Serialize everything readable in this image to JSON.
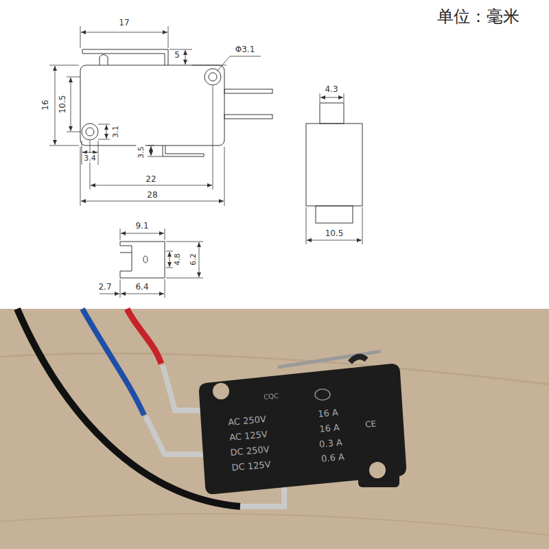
{
  "diagram": {
    "labels": [
      "单位：毫米",
      "17",
      "5",
      "Φ3.1",
      "16",
      "10.5",
      "3.1",
      "3.4",
      "3.5",
      "22",
      "28",
      "4.3",
      "10.5",
      "9.1",
      "4.8",
      "6.2",
      "2.7",
      "6.4",
      "CQC",
      "AC 250V",
      "16 A",
      "AC 125V",
      "16 A",
      "DC 250V",
      "0.3 A",
      "DC 125V",
      "0.6 A",
      "CE"
    ]
  }
}
